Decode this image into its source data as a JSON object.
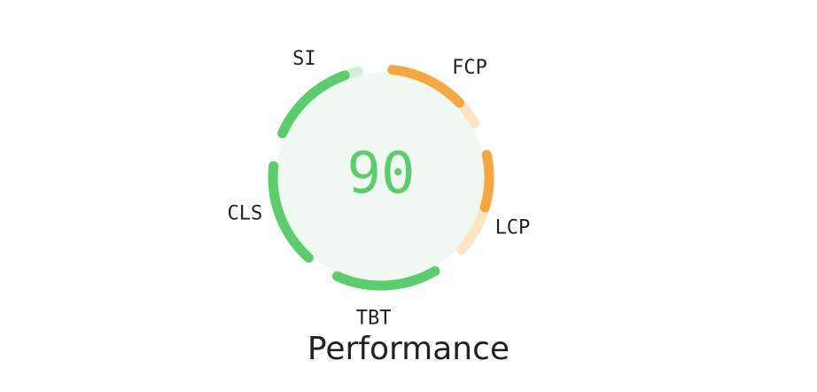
{
  "gauge": {
    "score": "90",
    "category_title": "Performance",
    "colors": {
      "pass": "#5ccc6f",
      "pass_track": "#d3efd8",
      "pass_fill": "#f0f9f1",
      "average": "#f4a843",
      "average_track": "#fbe5c4",
      "ring_gap": "#ffffff"
    },
    "metrics": [
      {
        "id": "fcp",
        "label": "FCP",
        "fraction": 0.75,
        "status": "average"
      },
      {
        "id": "lcp",
        "label": "LCP",
        "fraction": 0.52,
        "status": "average"
      },
      {
        "id": "tbt",
        "label": "TBT",
        "fraction": 1.0,
        "status": "pass"
      },
      {
        "id": "cls",
        "label": "CLS",
        "fraction": 1.0,
        "status": "pass"
      },
      {
        "id": "si",
        "label": "SI",
        "fraction": 0.86,
        "status": "pass"
      }
    ]
  }
}
